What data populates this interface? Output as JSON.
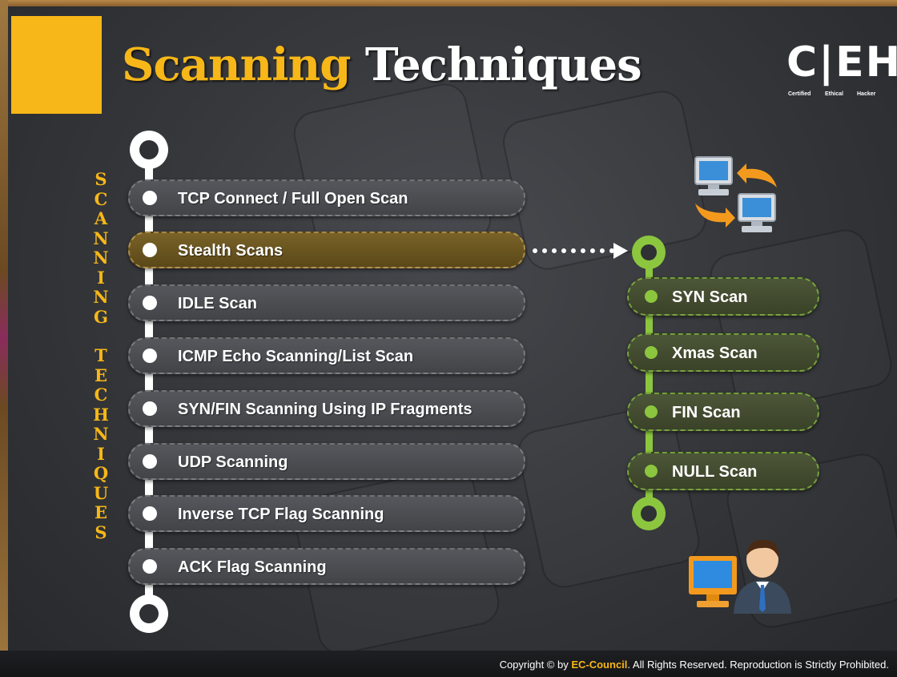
{
  "header": {
    "title_accent": "Scanning",
    "title_main": "Techniques",
    "logo": {
      "letters": "C|EH",
      "subtitle": [
        "Certified",
        "Ethical",
        "Hacker"
      ]
    }
  },
  "side_label": {
    "word1": [
      "S",
      "C",
      "A",
      "N",
      "N",
      "I",
      "N",
      "G"
    ],
    "word2": [
      "T",
      "E",
      "C",
      "H",
      "N",
      "I",
      "Q",
      "U",
      "E",
      "S"
    ]
  },
  "techniques": [
    {
      "label": "TCP Connect / Full Open Scan",
      "active": false
    },
    {
      "label": "Stealth Scans",
      "active": true
    },
    {
      "label": "IDLE Scan",
      "active": false
    },
    {
      "label": "ICMP Echo Scanning/List Scan",
      "active": false
    },
    {
      "label": "SYN/FIN Scanning Using IP Fragments",
      "active": false
    },
    {
      "label": "UDP Scanning",
      "active": false
    },
    {
      "label": "Inverse TCP Flag Scanning",
      "active": false
    },
    {
      "label": "ACK Flag Scanning",
      "active": false
    }
  ],
  "stealth_scans": [
    {
      "label": "SYN Scan"
    },
    {
      "label": "Xmas Scan"
    },
    {
      "label": "FIN Scan"
    },
    {
      "label": "NULL Scan"
    }
  ],
  "icons": {
    "network": "two-computers-exchange-icon",
    "user": "user-at-computer-icon"
  },
  "colors": {
    "accent": "#f7b718",
    "green": "#8cc63f",
    "background": "#36383c"
  },
  "footer": {
    "copyright_prefix": "Copyright © by ",
    "brand": "EC-Council",
    "copyright_suffix": ". All Rights Reserved. Reproduction is Strictly Prohibited."
  }
}
